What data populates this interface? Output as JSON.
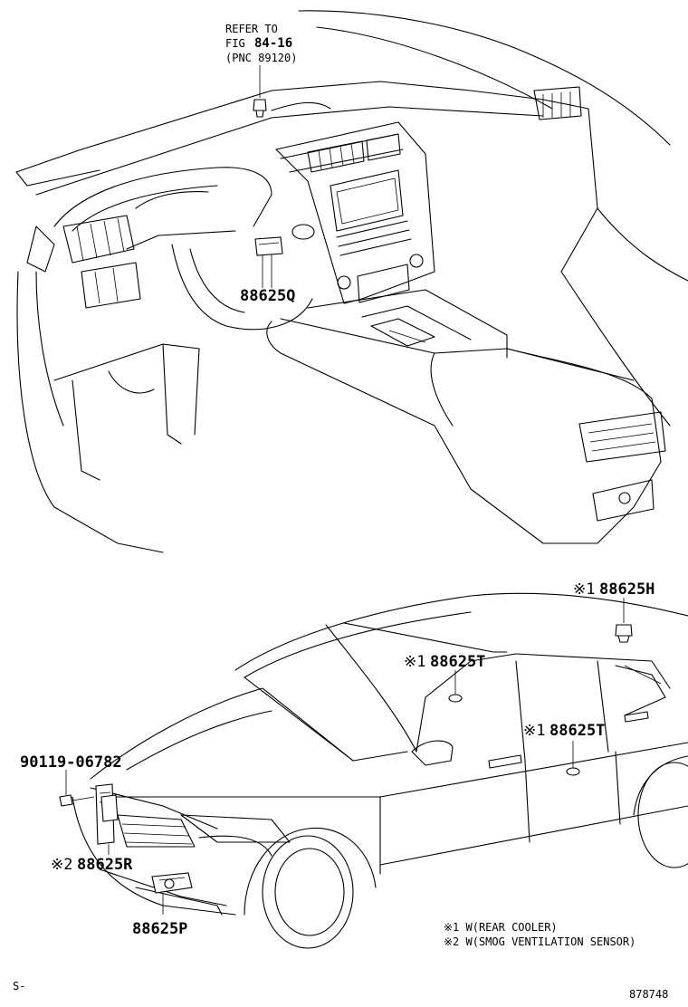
{
  "reference": {
    "line1": "REFER TO",
    "line2_prefix": "FIG",
    "line2_fig": "84-16",
    "line3": "(PNC 89120)"
  },
  "parts": {
    "p88625q": "88625Q",
    "p88625h": "88625H",
    "p88625t_roof": "88625T",
    "p88625t_door": "88625T",
    "p90119": "90119-06782",
    "p88625r": "88625R",
    "p88625p": "88625P"
  },
  "marks": {
    "m1": "※1",
    "m2": "※2"
  },
  "notes": {
    "note1": "※1 W(REAR COOLER)",
    "note2": "※2 W(SMOG VENTILATION SENSOR)"
  },
  "footer": {
    "left_code": "S-",
    "diagram_number": "878748"
  }
}
